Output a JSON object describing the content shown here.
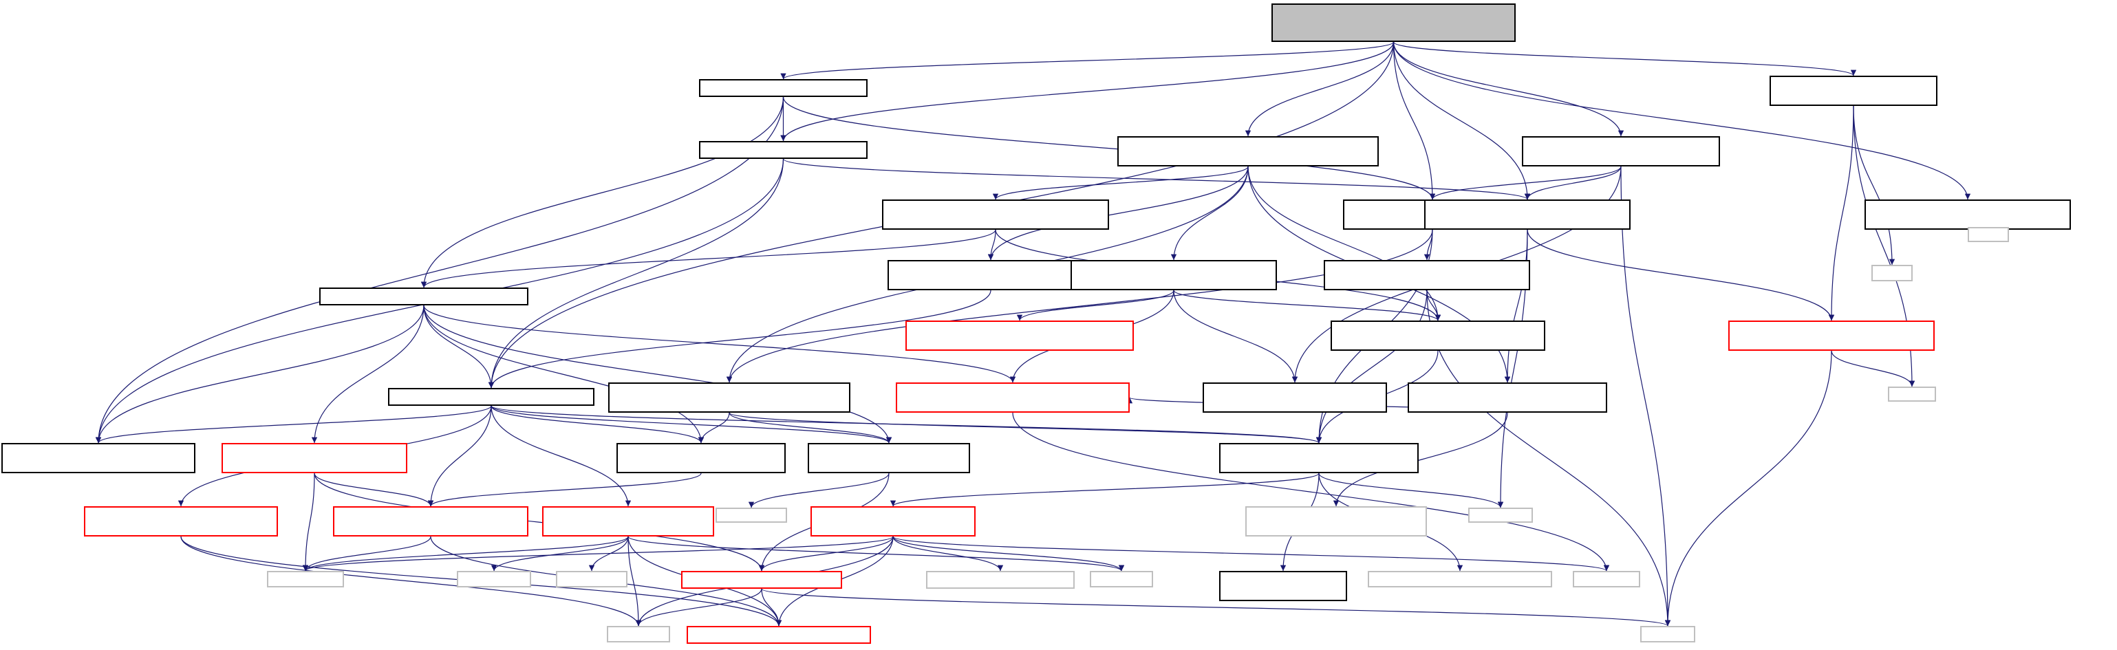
{
  "graph": {
    "edge_color": "#191970",
    "colors": {
      "root_fill": "#bfbfbf",
      "normal_border": "#000000",
      "red_border": "#ff0000",
      "grey_border": "#bfbfbf"
    },
    "nodes": [
      {
        "id": "n0",
        "style": "root",
        "label": ""
      },
      {
        "id": "n1",
        "style": "normal",
        "label": ""
      },
      {
        "id": "n2",
        "style": "normal",
        "label": ""
      },
      {
        "id": "n3",
        "style": "normal",
        "label": ""
      },
      {
        "id": "n4",
        "style": "normal",
        "label": ""
      },
      {
        "id": "n5",
        "style": "normal",
        "label": ""
      },
      {
        "id": "n6",
        "style": "normal",
        "label": ""
      },
      {
        "id": "n7",
        "style": "normal",
        "label": ""
      },
      {
        "id": "n8",
        "style": "normal",
        "label": ""
      },
      {
        "id": "n9",
        "style": "normal",
        "label": ""
      },
      {
        "id": "n10",
        "style": "grey",
        "label": ""
      },
      {
        "id": "n11",
        "style": "normal",
        "label": ""
      },
      {
        "id": "n12",
        "style": "normal",
        "label": ""
      },
      {
        "id": "n13",
        "style": "normal",
        "label": ""
      },
      {
        "id": "n14",
        "style": "red",
        "label": ""
      },
      {
        "id": "n15",
        "style": "normal",
        "label": ""
      },
      {
        "id": "n16",
        "style": "normal",
        "label": ""
      },
      {
        "id": "n17",
        "style": "red",
        "label": ""
      },
      {
        "id": "n18",
        "style": "grey",
        "label": ""
      },
      {
        "id": "n19",
        "style": "normal",
        "label": ""
      },
      {
        "id": "n20",
        "style": "normal",
        "label": ""
      },
      {
        "id": "n21",
        "style": "normal",
        "label": ""
      },
      {
        "id": "n22",
        "style": "normal",
        "label": ""
      },
      {
        "id": "n23",
        "style": "red",
        "label": ""
      },
      {
        "id": "n24",
        "style": "normal",
        "label": ""
      },
      {
        "id": "n25",
        "style": "normal",
        "label": ""
      },
      {
        "id": "n26",
        "style": "normal",
        "label": ""
      },
      {
        "id": "n27",
        "style": "normal",
        "label": ""
      },
      {
        "id": "n28",
        "style": "red",
        "label": ""
      },
      {
        "id": "n29",
        "style": "red",
        "label": ""
      },
      {
        "id": "n30",
        "style": "grey",
        "label": ""
      },
      {
        "id": "n31",
        "style": "red",
        "label": ""
      },
      {
        "id": "n32",
        "style": "red",
        "label": ""
      },
      {
        "id": "n33",
        "style": "normal",
        "label": ""
      },
      {
        "id": "n34",
        "style": "grey",
        "label": ""
      },
      {
        "id": "n35",
        "style": "grey",
        "label": ""
      },
      {
        "id": "n36",
        "style": "grey",
        "label": ""
      },
      {
        "id": "n37",
        "style": "grey",
        "label": ""
      },
      {
        "id": "n38",
        "style": "grey",
        "label": ""
      },
      {
        "id": "n39",
        "style": "grey",
        "label": ""
      },
      {
        "id": "n40",
        "style": "red",
        "label": ""
      },
      {
        "id": "n41",
        "style": "red",
        "label": ""
      },
      {
        "id": "n42",
        "style": "grey",
        "label": ""
      },
      {
        "id": "n43",
        "style": "normal",
        "label": ""
      },
      {
        "id": "n44",
        "style": "grey",
        "label": ""
      },
      {
        "id": "n45",
        "style": "grey",
        "label": ""
      },
      {
        "id": "n46",
        "style": "grey",
        "label": ""
      },
      {
        "id": "n47",
        "style": "grey",
        "label": ""
      },
      {
        "id": "n48",
        "style": "red",
        "label": ""
      },
      {
        "id": "n49",
        "style": "grey",
        "label": ""
      }
    ],
    "edges": [
      [
        "n0",
        "n1"
      ],
      [
        "n0",
        "n2"
      ],
      [
        "n0",
        "n3"
      ],
      [
        "n0",
        "n4"
      ],
      [
        "n0",
        "n5"
      ],
      [
        "n0",
        "n7"
      ],
      [
        "n0",
        "n8"
      ],
      [
        "n0",
        "n9"
      ],
      [
        "n0",
        "n20"
      ],
      [
        "n1",
        "n2"
      ],
      [
        "n1",
        "n4"
      ],
      [
        "n1",
        "n13"
      ],
      [
        "n1",
        "n25"
      ],
      [
        "n2",
        "n7"
      ],
      [
        "n2",
        "n20"
      ],
      [
        "n2",
        "n25"
      ],
      [
        "n3",
        "n6"
      ],
      [
        "n3",
        "n11"
      ],
      [
        "n3",
        "n12"
      ],
      [
        "n3",
        "n15"
      ],
      [
        "n3",
        "n19"
      ],
      [
        "n3",
        "n21"
      ],
      [
        "n4",
        "n16"
      ],
      [
        "n4",
        "n19"
      ],
      [
        "n4",
        "n24"
      ],
      [
        "n5",
        "n4"
      ],
      [
        "n5",
        "n7"
      ],
      [
        "n5",
        "n22"
      ],
      [
        "n5",
        "n49"
      ],
      [
        "n6",
        "n11"
      ],
      [
        "n6",
        "n13"
      ],
      [
        "n6",
        "n15"
      ],
      [
        "n7",
        "n17"
      ],
      [
        "n7",
        "n39"
      ],
      [
        "n7",
        "n21"
      ],
      [
        "n8",
        "n17"
      ],
      [
        "n8",
        "n10"
      ],
      [
        "n8",
        "n42"
      ],
      [
        "n11",
        "n20"
      ],
      [
        "n12",
        "n14"
      ],
      [
        "n12",
        "n15"
      ],
      [
        "n12",
        "n22"
      ],
      [
        "n12",
        "n33"
      ],
      [
        "n12",
        "n23"
      ],
      [
        "n13",
        "n20"
      ],
      [
        "n13",
        "n25"
      ],
      [
        "n13",
        "n26"
      ],
      [
        "n13",
        "n27"
      ],
      [
        "n13",
        "n28"
      ],
      [
        "n13",
        "n23"
      ],
      [
        "n15",
        "n24"
      ],
      [
        "n16",
        "n15"
      ],
      [
        "n16",
        "n24"
      ],
      [
        "n16",
        "n49"
      ],
      [
        "n17",
        "n42"
      ],
      [
        "n17",
        "n49"
      ],
      [
        "n19",
        "n24"
      ],
      [
        "n19",
        "n26"
      ],
      [
        "n19",
        "n27"
      ],
      [
        "n20",
        "n25"
      ],
      [
        "n20",
        "n26"
      ],
      [
        "n20",
        "n27"
      ],
      [
        "n20",
        "n29"
      ],
      [
        "n20",
        "n31"
      ],
      [
        "n20",
        "n24"
      ],
      [
        "n20",
        "n32"
      ],
      [
        "n21",
        "n23"
      ],
      [
        "n21",
        "n36"
      ],
      [
        "n23",
        "n47"
      ],
      [
        "n24",
        "n39"
      ],
      [
        "n24",
        "n40"
      ],
      [
        "n24",
        "n43"
      ],
      [
        "n24",
        "n44"
      ],
      [
        "n26",
        "n29"
      ],
      [
        "n27",
        "n30"
      ],
      [
        "n27",
        "n41"
      ],
      [
        "n28",
        "n34"
      ],
      [
        "n28",
        "n41"
      ],
      [
        "n28",
        "n29"
      ],
      [
        "n29",
        "n34"
      ],
      [
        "n29",
        "n48"
      ],
      [
        "n31",
        "n45"
      ],
      [
        "n31",
        "n48"
      ],
      [
        "n32",
        "n48"
      ],
      [
        "n32",
        "n45"
      ],
      [
        "n32",
        "n34"
      ],
      [
        "n32",
        "n35"
      ],
      [
        "n32",
        "n37"
      ],
      [
        "n32",
        "n38"
      ],
      [
        "n40",
        "n34"
      ],
      [
        "n40",
        "n38"
      ],
      [
        "n40",
        "n45"
      ],
      [
        "n40",
        "n46"
      ],
      [
        "n40",
        "n41"
      ],
      [
        "n40",
        "n47"
      ],
      [
        "n40",
        "n48"
      ],
      [
        "n41",
        "n45"
      ],
      [
        "n41",
        "n48"
      ],
      [
        "n41",
        "n49"
      ]
    ]
  }
}
